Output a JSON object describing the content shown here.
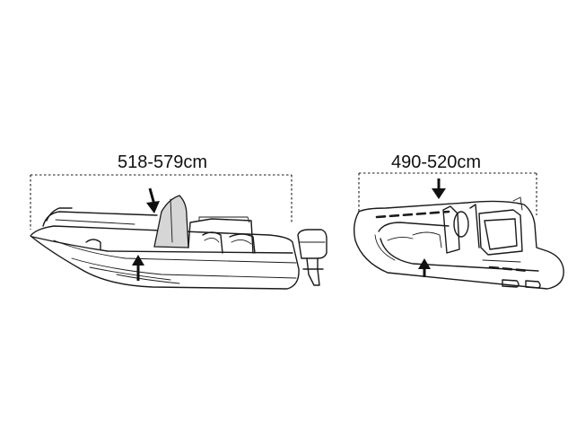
{
  "figure": {
    "background_color": "#ffffff",
    "line_color": "#1a1a1a",
    "windshield_fill_color": "#d6d6d6"
  },
  "left_boat": {
    "kind": "center-console motorboat with outboard engine",
    "length_label": "518-579cm",
    "arrow_count": 2
  },
  "right_boat": {
    "kind": "rigid inflatable boat (RIB)",
    "length_label": "490-520cm",
    "arrow_count": 2
  }
}
